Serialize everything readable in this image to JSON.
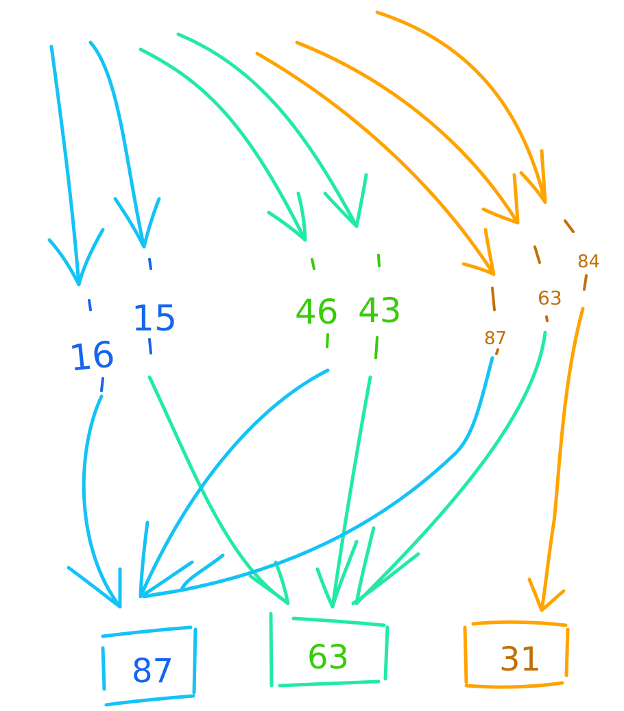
{
  "colors": {
    "blue_line": "#14c3f5",
    "green_line": "#22eaa6",
    "orange_line": "#ffa300",
    "blue_text": "#1565f0",
    "green_text": "#3acb0c",
    "brown_text": "#c0700a"
  },
  "nodes": {
    "n16": "16",
    "n15": "15",
    "n46": "46",
    "n43": "43",
    "n87": "87",
    "n63": "63",
    "n84": "84"
  },
  "outputs": {
    "box87": "87",
    "box63": "63",
    "box31": "31"
  }
}
